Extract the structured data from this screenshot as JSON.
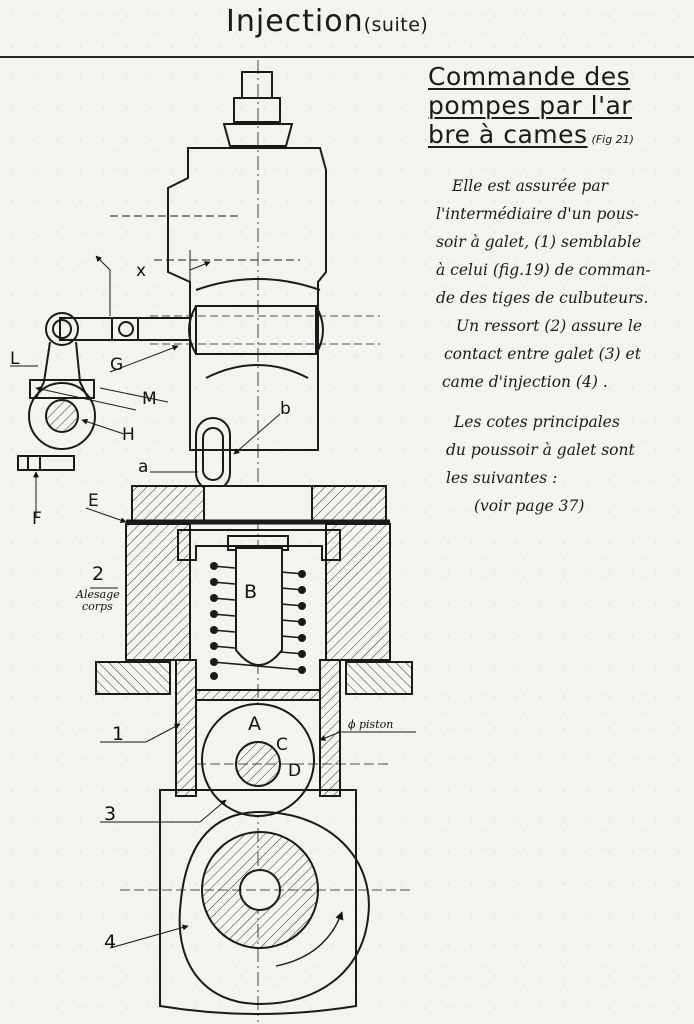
{
  "page": {
    "title": "Injection",
    "title_suffix": "(suite)"
  },
  "section": {
    "heading_line1": "Commande des",
    "heading_line2": "pompes par l'ar",
    "heading_line3": "bre à cames",
    "figure_ref": "(Fig 21)"
  },
  "text": {
    "paragraph1": [
      "Elle est assurée par",
      "l'intermédiaire d'un pous-",
      "soir à galet, (1) semblable",
      "à celui (fig.19) de comman-",
      "de des tiges de culbuteurs.",
      "Un ressort (2) assure le",
      "contact entre galet (3) et",
      "came d'injection (4) ."
    ],
    "paragraph2": [
      "Les cotes principales",
      "du poussoir à galet sont",
      "les suivantes :",
      "(voir page 37)"
    ]
  },
  "drawing": {
    "labels": {
      "x": "x",
      "G": "G",
      "L": "L",
      "M": "M",
      "H": "H",
      "b": "b",
      "a": "a",
      "E": "E",
      "F": "F",
      "B": "B",
      "A": "A",
      "C": "C",
      "D": "D",
      "n2": "2",
      "n1": "1",
      "n3": "3",
      "n4": "4",
      "alesage": "Alesage",
      "corps": "corps",
      "piston": "ϕ piston"
    }
  }
}
